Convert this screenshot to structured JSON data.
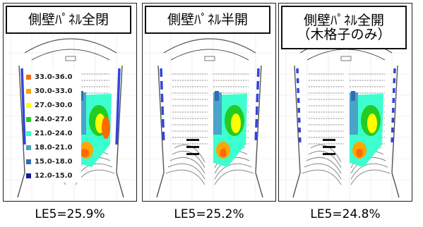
{
  "panels": [
    {
      "title_lines": [
        "側壁ﾊﾟﾈﾙ全閉"
      ],
      "caption": "LE5=25.9%"
    },
    {
      "title_lines": [
        "側壁ﾊﾟﾈﾙ半開"
      ],
      "caption": "LE5=25.2%"
    },
    {
      "title_lines": [
        "側壁ﾊﾟﾈﾙ全開",
        "（木格子のみ）"
      ],
      "caption": "LE5=24.8%"
    }
  ],
  "legend": [
    {
      "label": "33.0-36.0",
      "color": "#ff6a00"
    },
    {
      "label": "30.0-33.0",
      "color": "#ffa500"
    },
    {
      "label": "27.0-30.0",
      "color": "#ffff00"
    },
    {
      "label": "24.0-27.0",
      "color": "#22cc22"
    },
    {
      "label": "21.0-24.0",
      "color": "#33ffcc"
    },
    {
      "label": "18.0-21.0",
      "color": "#4aa3c8"
    },
    {
      "label": "15.0-18.0",
      "color": "#2f6fb0"
    },
    {
      "label": "12.0-15.0",
      "color": "#1a1a99"
    }
  ],
  "colors": {
    "wall_panel": "#3344dd",
    "outline": "#555555"
  }
}
